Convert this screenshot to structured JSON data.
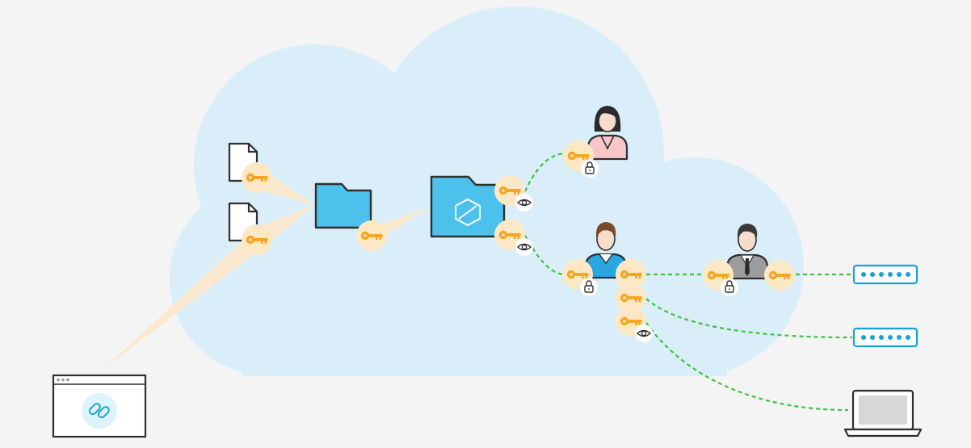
{
  "colors": {
    "background": "#f4f4f4",
    "cloud": "#d9eef8",
    "folder": "#4cc1ec",
    "outline": "#2f2f2f",
    "key": "#f5a623",
    "key_badge": "#fde8c6",
    "beam": "#fbe9cf",
    "link_line": "#3bc43b",
    "password_border": "#1aa0d2",
    "password_dot": "#1aa0d2",
    "browser_icon_bg": "#dff3fb",
    "user_female_shirt": "#f7c6c9",
    "user_male_shirt": "#2aa6e0",
    "user_manager_suit": "#9d9d9d",
    "laptop_screen": "#d7d7d7"
  },
  "nodes": {
    "documents": [
      "document",
      "document"
    ],
    "folders": [
      "folder",
      "shared-folder"
    ],
    "users": [
      "female-user",
      "male-user",
      "manager-user"
    ],
    "endpoints": [
      "password-field",
      "password-field",
      "laptop"
    ],
    "browser": "browser-window-with-link"
  },
  "permissions": {
    "folder_to_female_user": "view",
    "folder_to_male_user": "view",
    "female_user_key": "locked",
    "male_user_key": "locked",
    "manager_user_key": "locked",
    "male_user_to_laptop": "view"
  },
  "icons": [
    "key-icon",
    "lock-icon",
    "eye-icon",
    "link-icon",
    "hexagon-icon"
  ]
}
